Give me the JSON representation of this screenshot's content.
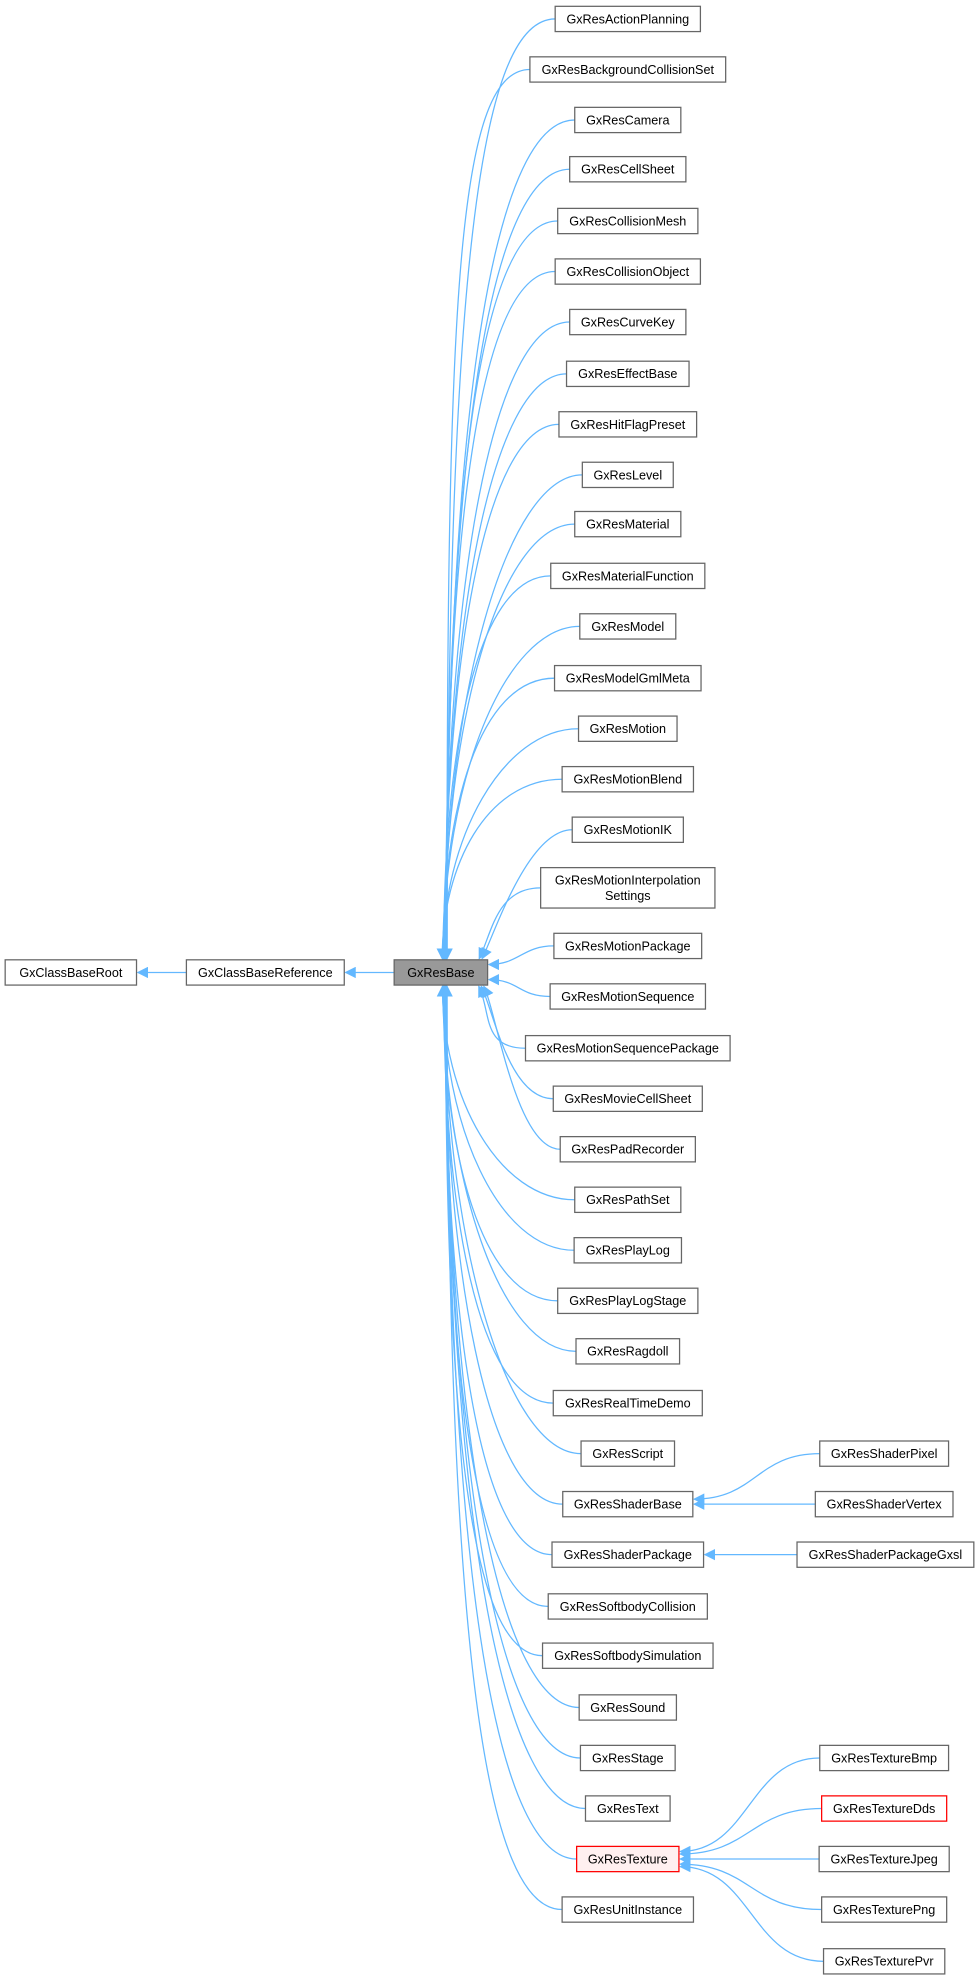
{
  "diagram": {
    "type": "class-inheritance-graph",
    "colors": {
      "edge": "#63b8ff",
      "current_fill": "#999999",
      "node_border": "#666666",
      "incomplete_border": "#ff0000",
      "highlight_fill": "#fff0f0"
    },
    "nodes": [
      {
        "id": "root",
        "label": [
          "GxClassBaseRoot"
        ]
      },
      {
        "id": "ref",
        "label": [
          "GxClassBaseReference"
        ]
      },
      {
        "id": "base",
        "label": [
          "GxResBase"
        ],
        "style": "current"
      },
      {
        "id": "c0",
        "label": [
          "GxResActionPlanning"
        ]
      },
      {
        "id": "c1",
        "label": [
          "GxResBackgroundCollisionSet"
        ]
      },
      {
        "id": "c2",
        "label": [
          "GxResCamera"
        ]
      },
      {
        "id": "c3",
        "label": [
          "GxResCellSheet"
        ]
      },
      {
        "id": "c4",
        "label": [
          "GxResCollisionMesh"
        ]
      },
      {
        "id": "c5",
        "label": [
          "GxResCollisionObject"
        ]
      },
      {
        "id": "c6",
        "label": [
          "GxResCurveKey"
        ]
      },
      {
        "id": "c7",
        "label": [
          "GxResEffectBase"
        ]
      },
      {
        "id": "c8",
        "label": [
          "GxResHitFlagPreset"
        ]
      },
      {
        "id": "c9",
        "label": [
          "GxResLevel"
        ]
      },
      {
        "id": "c10",
        "label": [
          "GxResMaterial"
        ]
      },
      {
        "id": "c11",
        "label": [
          "GxResMaterialFunction"
        ]
      },
      {
        "id": "c12",
        "label": [
          "GxResModel"
        ]
      },
      {
        "id": "c13",
        "label": [
          "GxResModelGmlMeta"
        ]
      },
      {
        "id": "c14",
        "label": [
          "GxResMotion"
        ]
      },
      {
        "id": "c15",
        "label": [
          "GxResMotionBlend"
        ]
      },
      {
        "id": "c16",
        "label": [
          "GxResMotionIK"
        ]
      },
      {
        "id": "c17",
        "label": [
          "GxResMotionInterpolation",
          "Settings"
        ]
      },
      {
        "id": "c18",
        "label": [
          "GxResMotionPackage"
        ]
      },
      {
        "id": "c19",
        "label": [
          "GxResMotionSequence"
        ]
      },
      {
        "id": "c20",
        "label": [
          "GxResMotionSequencePackage"
        ]
      },
      {
        "id": "c21",
        "label": [
          "GxResMovieCellSheet"
        ]
      },
      {
        "id": "c22",
        "label": [
          "GxResPadRecorder"
        ]
      },
      {
        "id": "c23",
        "label": [
          "GxResPathSet"
        ]
      },
      {
        "id": "c24",
        "label": [
          "GxResPlayLog"
        ]
      },
      {
        "id": "c25",
        "label": [
          "GxResPlayLogStage"
        ]
      },
      {
        "id": "c26",
        "label": [
          "GxResRagdoll"
        ]
      },
      {
        "id": "c27",
        "label": [
          "GxResRealTimeDemo"
        ]
      },
      {
        "id": "c28",
        "label": [
          "GxResScript"
        ]
      },
      {
        "id": "c29",
        "label": [
          "GxResShaderBase"
        ]
      },
      {
        "id": "c30",
        "label": [
          "GxResShaderPackage"
        ]
      },
      {
        "id": "c31",
        "label": [
          "GxResSoftbodyCollision"
        ]
      },
      {
        "id": "c32",
        "label": [
          "GxResSoftbodySimulation"
        ]
      },
      {
        "id": "c33",
        "label": [
          "GxResSound"
        ]
      },
      {
        "id": "c34",
        "label": [
          "GxResStage"
        ]
      },
      {
        "id": "c35",
        "label": [
          "GxResText"
        ]
      },
      {
        "id": "c36",
        "label": [
          "GxResTexture"
        ],
        "style": "highlight"
      },
      {
        "id": "c37",
        "label": [
          "GxResUnitInstance"
        ]
      },
      {
        "id": "sp",
        "label": [
          "GxResShaderPixel"
        ]
      },
      {
        "id": "sv",
        "label": [
          "GxResShaderVertex"
        ]
      },
      {
        "id": "spg",
        "label": [
          "GxResShaderPackageGxsl"
        ]
      },
      {
        "id": "tb",
        "label": [
          "GxResTextureBmp"
        ]
      },
      {
        "id": "td",
        "label": [
          "GxResTextureDds"
        ],
        "style": "incomplete"
      },
      {
        "id": "tj",
        "label": [
          "GxResTextureJpeg"
        ]
      },
      {
        "id": "tp",
        "label": [
          "GxResTexturePng"
        ]
      },
      {
        "id": "tv",
        "label": [
          "GxResTexturePvr"
        ]
      }
    ],
    "inherits": [
      [
        "ref",
        "root"
      ],
      [
        "base",
        "ref"
      ],
      [
        "sp",
        "c29"
      ],
      [
        "sv",
        "c29"
      ],
      [
        "spg",
        "c30"
      ],
      [
        "tb",
        "c36"
      ],
      [
        "td",
        "c36"
      ],
      [
        "tj",
        "c36"
      ],
      [
        "tp",
        "c36"
      ],
      [
        "tv",
        "c36"
      ]
    ],
    "base_children_prefix": "c"
  }
}
